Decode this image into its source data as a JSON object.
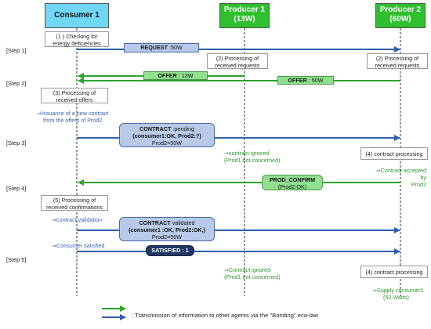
{
  "actors": {
    "consumer1": "Consumer 1",
    "producer1_name": "Producer 1",
    "producer1_power": "(13W)",
    "producer2_name": "Producer 2",
    "producer2_power": "(60W)"
  },
  "steps": [
    "[Step 1]",
    "[Step 2]",
    "[Step 3]",
    "[Step 4]",
    "[Step 5]"
  ],
  "notes": {
    "checking_line1": "(1 ) Checking for",
    "checking_line2": "energy deficiencies",
    "p1_processing_line1": "(2) Processing of",
    "p1_processing_line2": "received requests",
    "p2_processing_line1": "(2) Processing of",
    "p2_processing_line2": "received requests",
    "offers_processing_line1": "(3) Processing of",
    "offers_processing_line2": "received offers",
    "contract_processing_a": "(4) contract processing",
    "confirm_processing_line1": "(5) Processing of",
    "confirm_processing_line2": "received confirmations",
    "contract_processing_b": "(4) contract processing"
  },
  "messages": {
    "request_bold": "REQUEST",
    "request_rest": " :50W",
    "offer1_bold": "OFFER",
    "offer1_rest": " : 13W",
    "offer2_bold": "OFFER",
    "offer2_rest": " : 50W",
    "contract_pending_bold": "CONTRACT",
    "contract_pending_rest": " :pending",
    "contract_pending_line2": "(consumer1:OK, Prod2:?)",
    "contract_pending_line3": "Prod2=50W",
    "prod_confirm_bold": "PROD_CONFIRM",
    "prod_confirm_line2": "(Prod2:OK)",
    "contract_validated_bold": "CONTRACT",
    "contract_validated_rest": " validated",
    "contract_validated_line2": "(consumer1 :OK, Prod2:OK,)",
    "contract_validated_line3": "Prod2=50W",
    "satisfied": "SATISFIED : 1"
  },
  "annotations": {
    "issuance_line1": "⇒Issuance of a new contract",
    "issuance_line2": "from the offers of Prod2",
    "ignored1_line1": "⇒contract ignored",
    "ignored1_line2": "(Prod1 not concerned)",
    "accepted_line1": "⇒Contract accepted by",
    "accepted_line2": "Prod2",
    "validation": "⇒contract validation",
    "satisfied": "⇒Consumer satisfied",
    "ignored2_line1": "⇒Contract ignored",
    "ignored2_line2": "(Prod1 not concerned)",
    "supply_line1": "⇒Supply consumer1",
    "supply_line2": "(50 Watts)"
  },
  "legend": {
    "text": ": Transmission of information to other agents via the \"Bonding\" eco-law"
  },
  "colors": {
    "consumer": "#6fd6f5",
    "producer": "#2fbf2f",
    "arrow_blue": "#2f5fae",
    "arrow_green": "#2aa52a"
  }
}
